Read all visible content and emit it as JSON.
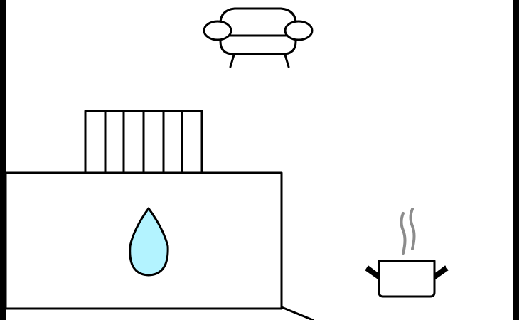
{
  "scene": {
    "colors": {
      "background": "#ffffff",
      "outline": "#000000",
      "water_drop": "#b3f3ff",
      "steam": "#8c8c8c"
    },
    "objects": [
      {
        "name": "armchair",
        "icon": "armchair-icon"
      },
      {
        "name": "radiator",
        "icon": "radiator-icon"
      },
      {
        "name": "counter-with-water-drop",
        "icon": "water-drop-icon"
      },
      {
        "name": "steaming-pot",
        "icon": "cooking-pot-icon"
      }
    ]
  }
}
